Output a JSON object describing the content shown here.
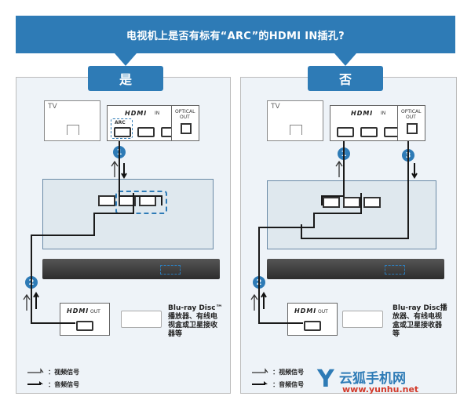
{
  "question": "电视机上是否有标有“ARC”的HDMI IN插孔?",
  "yes_label": "是",
  "no_label": "否",
  "tv_label": "TV",
  "hdmi_word": "HDMI",
  "in_label": "IN",
  "out_label": "OUT",
  "arc_label": "ARC",
  "optical_label": "OPTICAL",
  "optical_out": "OUT",
  "numbers": [
    "1",
    "2",
    "3"
  ],
  "left_device_desc": [
    "Blu-ray Disc™",
    "播放器、有线电",
    "视盒或卫星接收",
    "器等"
  ],
  "right_device_desc": [
    "Blu-ray Disc播",
    "放器、有线电视",
    "盒或卫星接收器",
    "等"
  ],
  "legend_video": "：视频信号",
  "legend_audio": "：音频信号",
  "watermark": {
    "brand": "云狐手机网",
    "url": "www.yunhu.net"
  },
  "colors": {
    "accent": "#2e7bb6",
    "panel": "#eef3f8",
    "cable": "#1a1a1a"
  }
}
